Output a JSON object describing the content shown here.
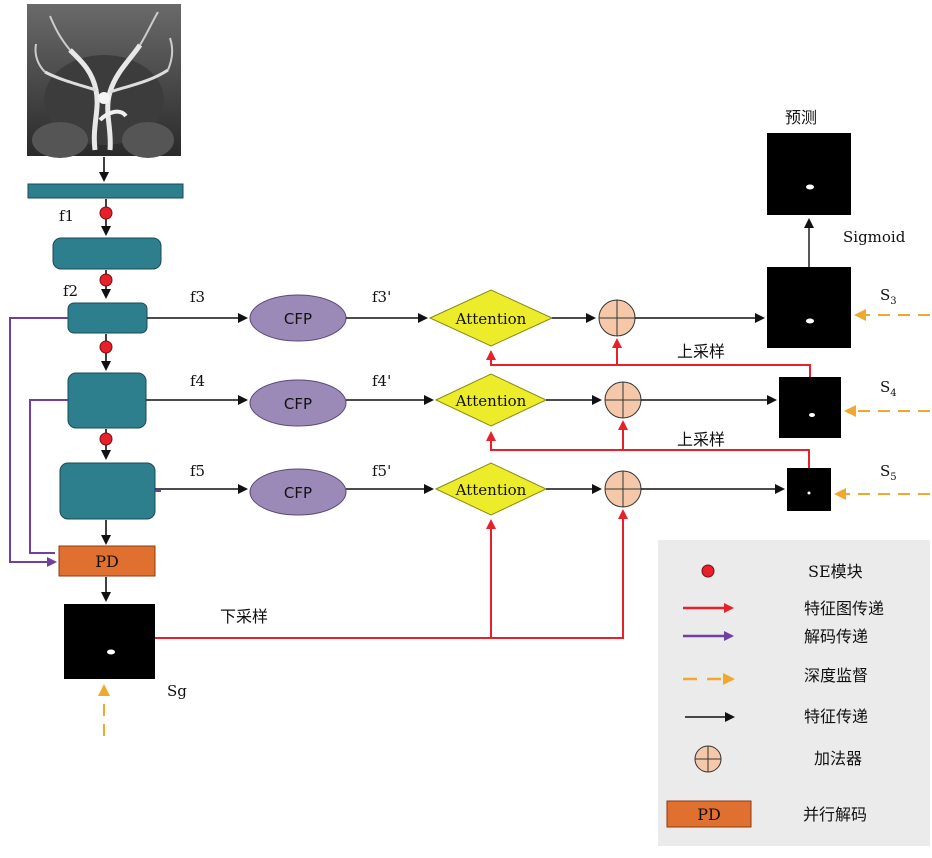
{
  "labels": {
    "f1": "f1",
    "f2": "f2",
    "f3": "f3",
    "f4": "f4",
    "f5": "f5",
    "f3p": "f3'",
    "f4p": "f4'",
    "f5p": "f5'",
    "cfp": "CFP",
    "attention": "Attention",
    "pd": "PD",
    "prediction": "预测",
    "sigmoid": "Sigmoid",
    "upsample": "上采样",
    "downsample": "下采样",
    "sg": "Sg",
    "s3": "S",
    "s3_sub": "3",
    "s4": "S",
    "s4_sub": "4",
    "s5": "S",
    "s5_sub": "5"
  },
  "legend": {
    "se_module": "SE模块",
    "feature_map_pass": "特征图传递",
    "decode_pass": "解码传递",
    "deep_supervision": "深度监督",
    "feature_pass": "特征传递",
    "adder": "加法器",
    "pd_label": "PD",
    "parallel_decode": "并行解码"
  },
  "colors": {
    "encoder_block": "#2e7f8e",
    "se_dot": "#e8202a",
    "cfp": "#9b8ab8",
    "attention": "#ecec2a",
    "adder": "#f6c8aa",
    "pd": "#e07030",
    "red_arrow": "#e8202a",
    "purple_arrow": "#7040a0",
    "supervision": "#f0a830",
    "legend_bg": "#ebebeb"
  }
}
